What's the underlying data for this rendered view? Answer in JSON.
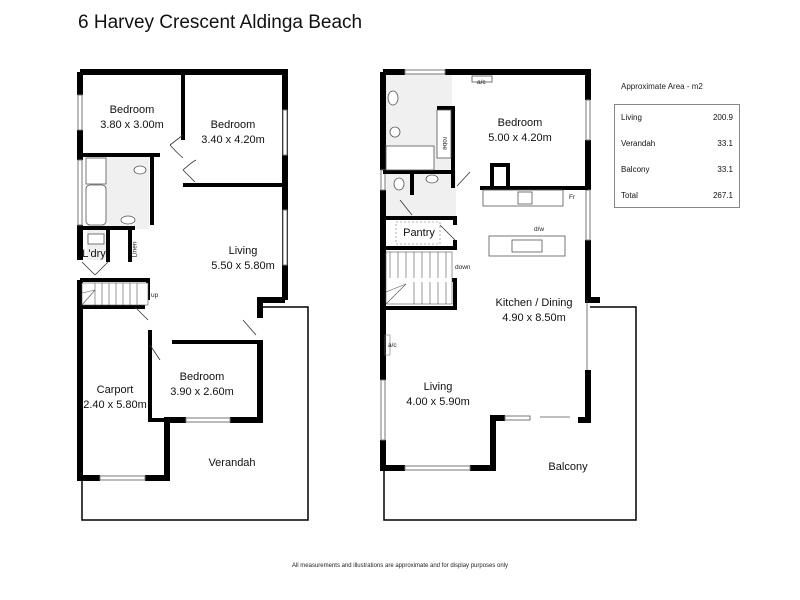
{
  "title": "6 Harvey Crescent Aldinga Beach",
  "ground_floor": {
    "rooms": [
      {
        "name": "Bedroom",
        "size": "3.80 x 3.00m"
      },
      {
        "name": "Bedroom",
        "size": "3.40 x 4.20m"
      },
      {
        "name": "Living",
        "size": "5.50 x 5.80m"
      },
      {
        "name": "Bedroom",
        "size": "3.90 x 2.60m"
      },
      {
        "name": "Carport",
        "size": "2.40 x 5.80m"
      },
      {
        "name": "Verandah",
        "size": ""
      },
      {
        "name": "L'dry",
        "size": ""
      }
    ],
    "annotations": {
      "linen": "Linen",
      "up": "up"
    }
  },
  "upper_floor": {
    "rooms": [
      {
        "name": "Bedroom",
        "size": "5.00 x 4.20m"
      },
      {
        "name": "Kitchen / Dining",
        "size": "4.90 x 8.50m"
      },
      {
        "name": "Living",
        "size": "4.00 x 5.90m"
      },
      {
        "name": "Balcony",
        "size": ""
      },
      {
        "name": "Pantry",
        "size": ""
      }
    ],
    "annotations": {
      "robe": "robe",
      "fridge": "Fr",
      "dishwasher": "d/w",
      "down": "down",
      "ac_top": "a/c",
      "ac_left": "a/c"
    }
  },
  "area_table": {
    "title": "Approximate Area - m2",
    "rows": [
      {
        "label": "Living",
        "value": "200.9"
      },
      {
        "label": "Verandah",
        "value": "33.1"
      },
      {
        "label": "Balcony",
        "value": "33.1"
      },
      {
        "label": "Total",
        "value": "267.1"
      }
    ]
  },
  "footer": "All measurements and illustrations are approximate and for display purposes only"
}
